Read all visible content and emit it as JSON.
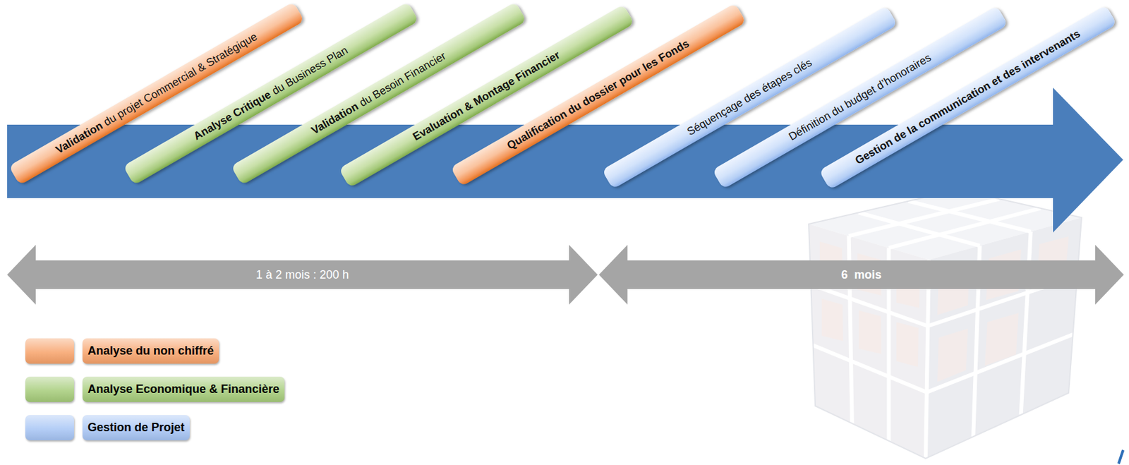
{
  "diagram": {
    "nodes": [
      {
        "text": [
          "Validation",
          "du projet Commercial & Stratégique"
        ]
      },
      {
        "text": [
          "Analyse Critique",
          "du Business Plan"
        ]
      },
      {
        "text": [
          "Validation",
          "du Besoin Financier"
        ]
      },
      {
        "text": [
          "Evaluation & Montage Financier"
        ]
      },
      {
        "text": [
          "Qualification du dossier pour les Fonds"
        ]
      },
      {
        "text": [
          "Séquençage des étapes clés"
        ]
      },
      {
        "text": [
          "Définition du budget d’honoraires"
        ]
      },
      {
        "text": [
          "Gestion de la communication et des intervenants"
        ]
      },
      {
        "text": [
          "1 à 2 mois : 200 h"
        ]
      },
      {
        "text": [
          "6  mois"
        ]
      }
    ],
    "legend": [
      {
        "text": "Analyse du non chiffré",
        "color": "#f7a26a"
      },
      {
        "text": "Analyse Economique & Financière",
        "color": "#a6cc7a"
      },
      {
        "text": "Gestion de Projet",
        "color": "#a7c5f5"
      }
    ]
  }
}
